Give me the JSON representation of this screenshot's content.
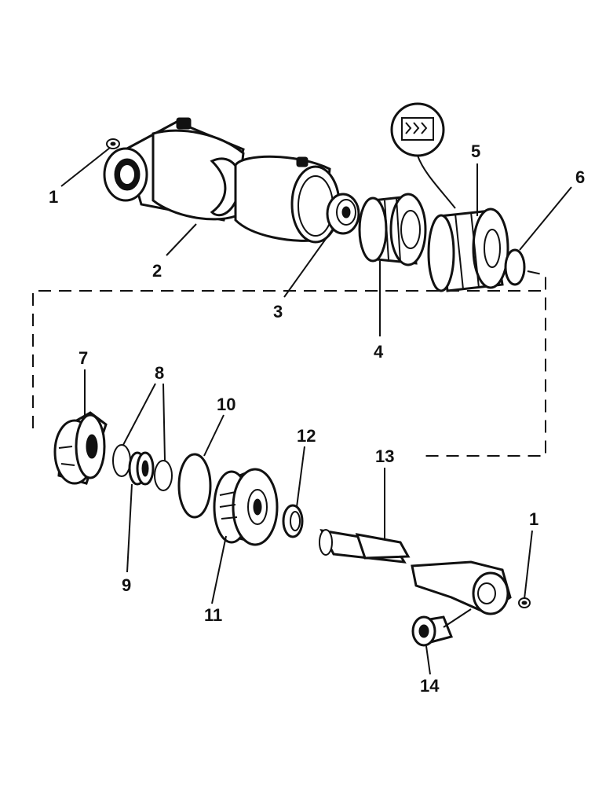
{
  "callouts": {
    "c1a": "1",
    "c2": "2",
    "c3": "3",
    "c4": "4",
    "c5": "5",
    "c6": "6",
    "c7": "7",
    "c8": "8",
    "c9": "9",
    "c10": "10",
    "c11": "11",
    "c12": "12",
    "c13": "13",
    "c14": "14",
    "c1b": "1"
  },
  "colors": {
    "ink": "#111111",
    "paper": "#ffffff"
  },
  "icons": {
    "seal_kit_symbol": "chevron-stack-icon"
  }
}
